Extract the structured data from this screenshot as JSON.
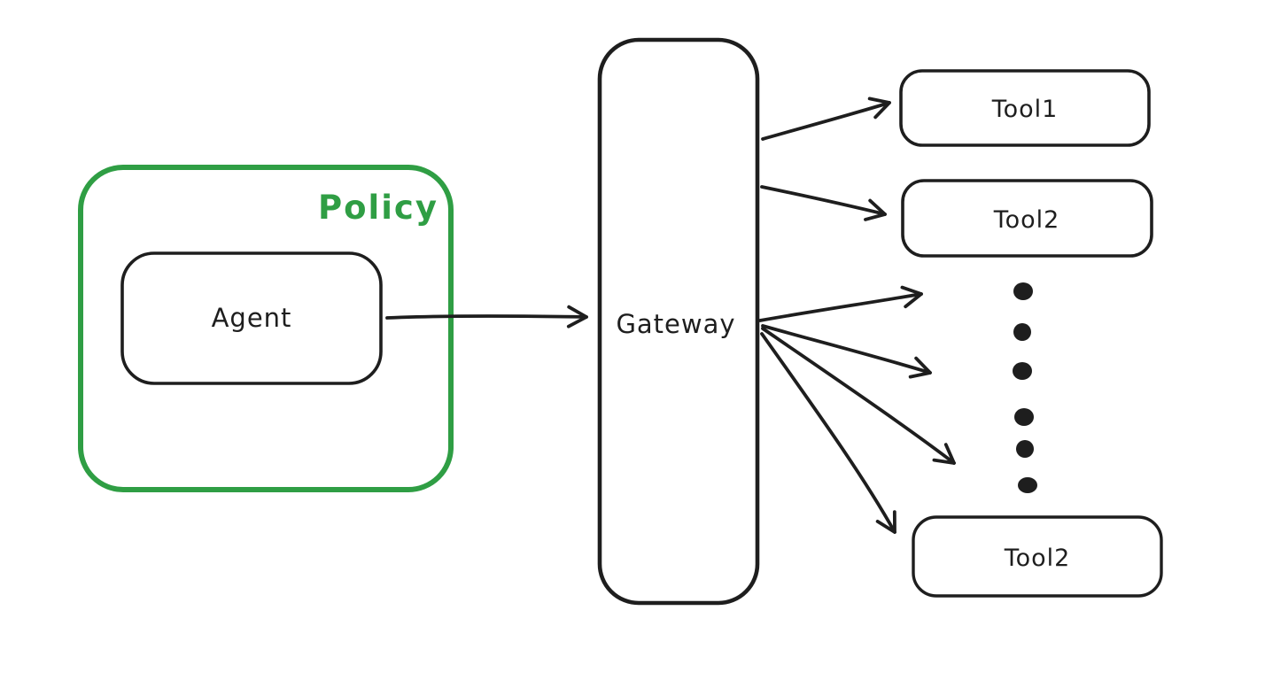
{
  "diagram": {
    "policy": {
      "label": "Policy"
    },
    "agent": {
      "label": "Agent"
    },
    "gateway": {
      "label": "Gateway"
    },
    "tools": [
      {
        "label": "Tool1"
      },
      {
        "label": "Tool2"
      },
      {
        "label": "Tool2"
      }
    ],
    "ellipsis": {
      "dot_count": 6
    },
    "colors": {
      "ink": "#1e1e1e",
      "policy_green": "#2f9e44",
      "background": "#ffffff"
    }
  }
}
